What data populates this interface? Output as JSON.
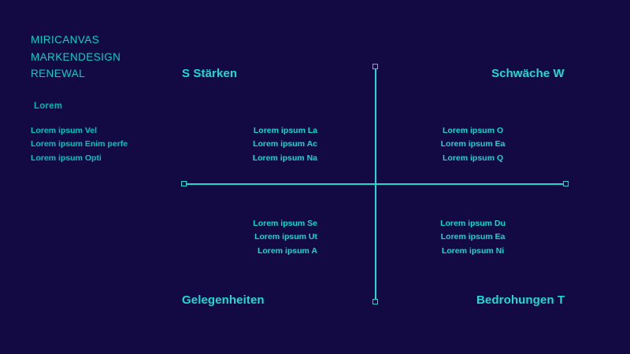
{
  "theme": {
    "background": "#130a44",
    "accent": "#1fd9d2",
    "accent_deep": "#00b3ab",
    "item_text": "#14d6cd"
  },
  "brand": {
    "lines": [
      {
        "text": "MIRICANVAS"
      },
      {
        "text": "MARKENDESIGN"
      },
      {
        "text": "RENEWAL"
      }
    ]
  },
  "legend": {
    "title": "Lorem",
    "items": [
      {
        "text": "Lorem ipsum Vel"
      },
      {
        "text": "Lorem ipsum Enim perfe"
      },
      {
        "text": "Lorem ipsum Opti"
      }
    ]
  },
  "axis": {
    "horizontal_cap_left": "square-marker",
    "horizontal_cap_right": "square-marker",
    "vertical_cap_top": "square-marker",
    "vertical_cap_bottom": "square-marker"
  },
  "quadrants": {
    "strengths": {
      "title": "S Stärken",
      "items": [
        {
          "text": "Lorem ipsum La"
        },
        {
          "text": "Lorem ipsum Ac"
        },
        {
          "text": "Lorem ipsum Na"
        }
      ]
    },
    "weaknesses": {
      "title": "Schwäche W",
      "items": [
        {
          "text": "Lorem ipsum O"
        },
        {
          "text": "Lorem ipsum Ea"
        },
        {
          "text": "Lorem ipsum Q"
        }
      ]
    },
    "opportunities": {
      "title": "Gelegenheiten",
      "items": [
        {
          "text": "Lorem ipsum Se"
        },
        {
          "text": "Lorem ipsum Ut"
        },
        {
          "text": "Lorem ipsum A"
        }
      ]
    },
    "threats": {
      "title": "Bedrohungen T",
      "items": [
        {
          "text": "Lorem ipsum Du"
        },
        {
          "text": "Lorem ipsum Ea"
        },
        {
          "text": "Lorem ipsum Ni"
        }
      ]
    }
  }
}
